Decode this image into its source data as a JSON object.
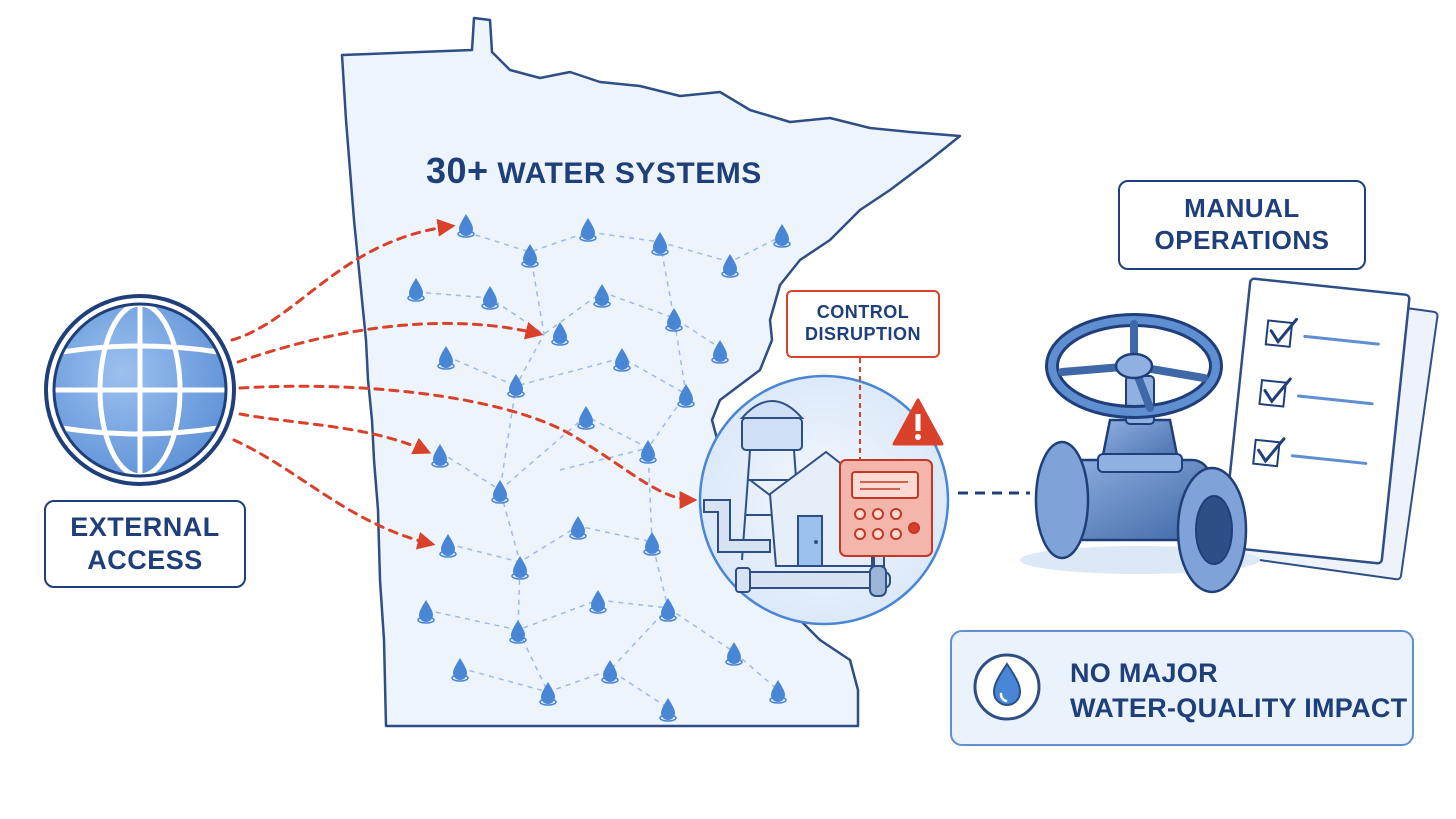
{
  "map": {
    "title_number": "30+",
    "title_text": "WATER SYSTEMS"
  },
  "labels": {
    "external_access_line1": "EXTERNAL",
    "external_access_line2": "ACCESS",
    "control_disruption_line1": "CONTROL",
    "control_disruption_line2": "DISRUPTION",
    "manual_ops_line1": "MANUAL",
    "manual_ops_line2": "OPERATIONS",
    "impact_line1": "NO MAJOR",
    "impact_line2": "WATER-QUALITY IMPACT"
  },
  "icons": {
    "source": "globe-icon",
    "sites": "water-drop-icon",
    "facility": "water-tower-control-panel-icon",
    "warning": "warning-triangle-icon",
    "response": "valve-checklist-icon",
    "impact": "water-drop-icon"
  },
  "colors": {
    "primary": "#1f3f7a",
    "accent_blue": "#4a86d6",
    "light_blue": "#eaf2fc",
    "alert_red": "#d9412b"
  }
}
